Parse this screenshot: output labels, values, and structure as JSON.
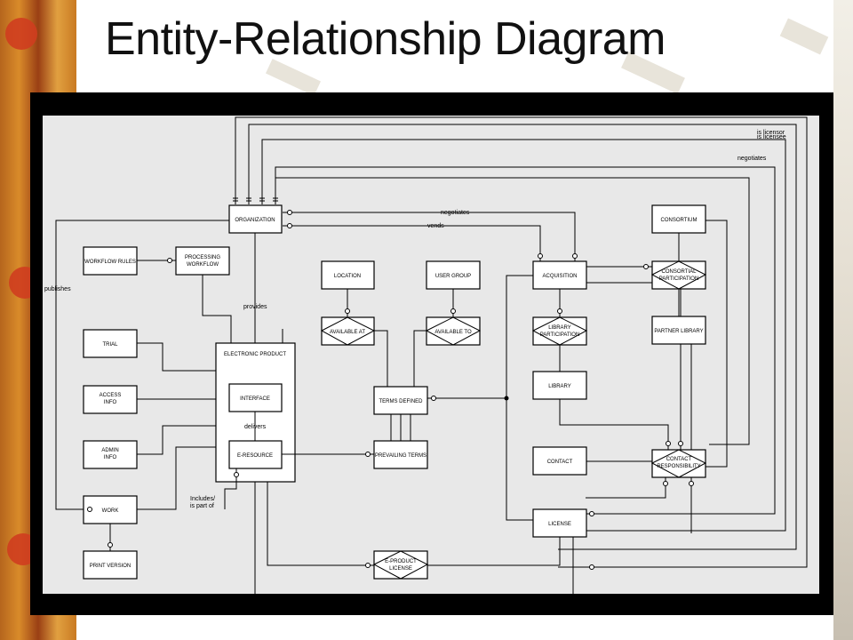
{
  "slide": {
    "title": "Entity-Relationship Diagram"
  },
  "entities": {
    "organization": "ORGANIZATION",
    "consortium": "CONSORTIUM",
    "workflow_rules": "WORKFLOW RULES",
    "processing_workflow": [
      "PROCESSING",
      "WORKFLOW"
    ],
    "location": "LOCATION",
    "user_group": "USER GROUP",
    "acquisition": "ACQUISITION",
    "consortial_participation": [
      "CONSORTIAL",
      "PARTICIPATION"
    ],
    "available_at": "AVAILABLE AT",
    "available_to": "AVAILABLE TO",
    "library_participation": [
      "LIBRARY",
      "PARTICIPATION"
    ],
    "partner_library": "PARTNER LIBRARY",
    "trial": "TRIAL",
    "electronic_product": "ELECTRONIC PRODUCT",
    "access_info": [
      "ACCESS",
      "INFO"
    ],
    "interface": "INTERFACE",
    "terms_defined": "TERMS DEFINED",
    "library": "LIBRARY",
    "admin_info": [
      "ADMIN",
      "INFO"
    ],
    "e_resource": "E-RESOURCE",
    "prevailing_terms": "PREVAILING TERMS",
    "contact": "CONTACT",
    "contact_responsibility": [
      "CONTACT",
      "RESPONSIBILITY"
    ],
    "work": "WORK",
    "license": "LICENSE",
    "print_version": "PRINT VERSION",
    "e_product_license": [
      "E-PRODUCT",
      "LICENSE"
    ]
  },
  "relationships": {
    "is_licensor": "is licensor",
    "is_licensee": "is licensee",
    "negotiates_top": "negotiates",
    "negotiates_mid": "negotiates",
    "vends": "vends",
    "publishes": "publishes",
    "provides": "provides",
    "delivers": "delivers",
    "includes_line1": "Includes/",
    "includes_line2": "is part of"
  }
}
